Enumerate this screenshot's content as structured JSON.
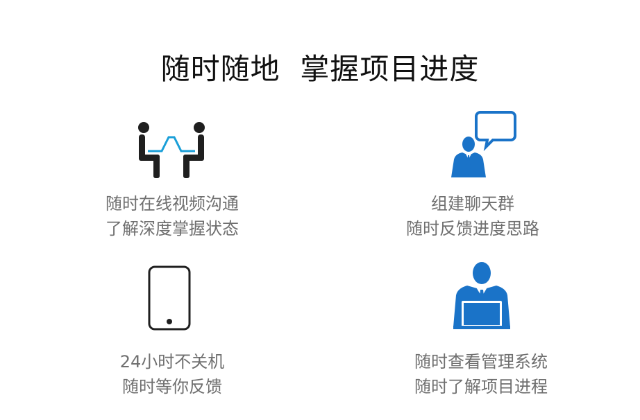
{
  "title": "随时随地  掌握项目进度",
  "colors": {
    "accent": "#1a73c8",
    "icon_dark": "#1f1f1f",
    "text": "#6f6f6f"
  },
  "features": [
    {
      "icon": "video-chat-icon",
      "lines": [
        "随时在线视频沟通",
        "了解深度掌握状态"
      ]
    },
    {
      "icon": "businessman-speech-icon",
      "lines": [
        "组建聊天群",
        "随时反馈进度思路"
      ]
    },
    {
      "icon": "smartphone-icon",
      "lines": [
        "24小时不关机",
        "随时等你反馈"
      ]
    },
    {
      "icon": "businessman-laptop-icon",
      "lines": [
        "随时查看管理系统",
        "随时了解项目进程"
      ]
    }
  ]
}
